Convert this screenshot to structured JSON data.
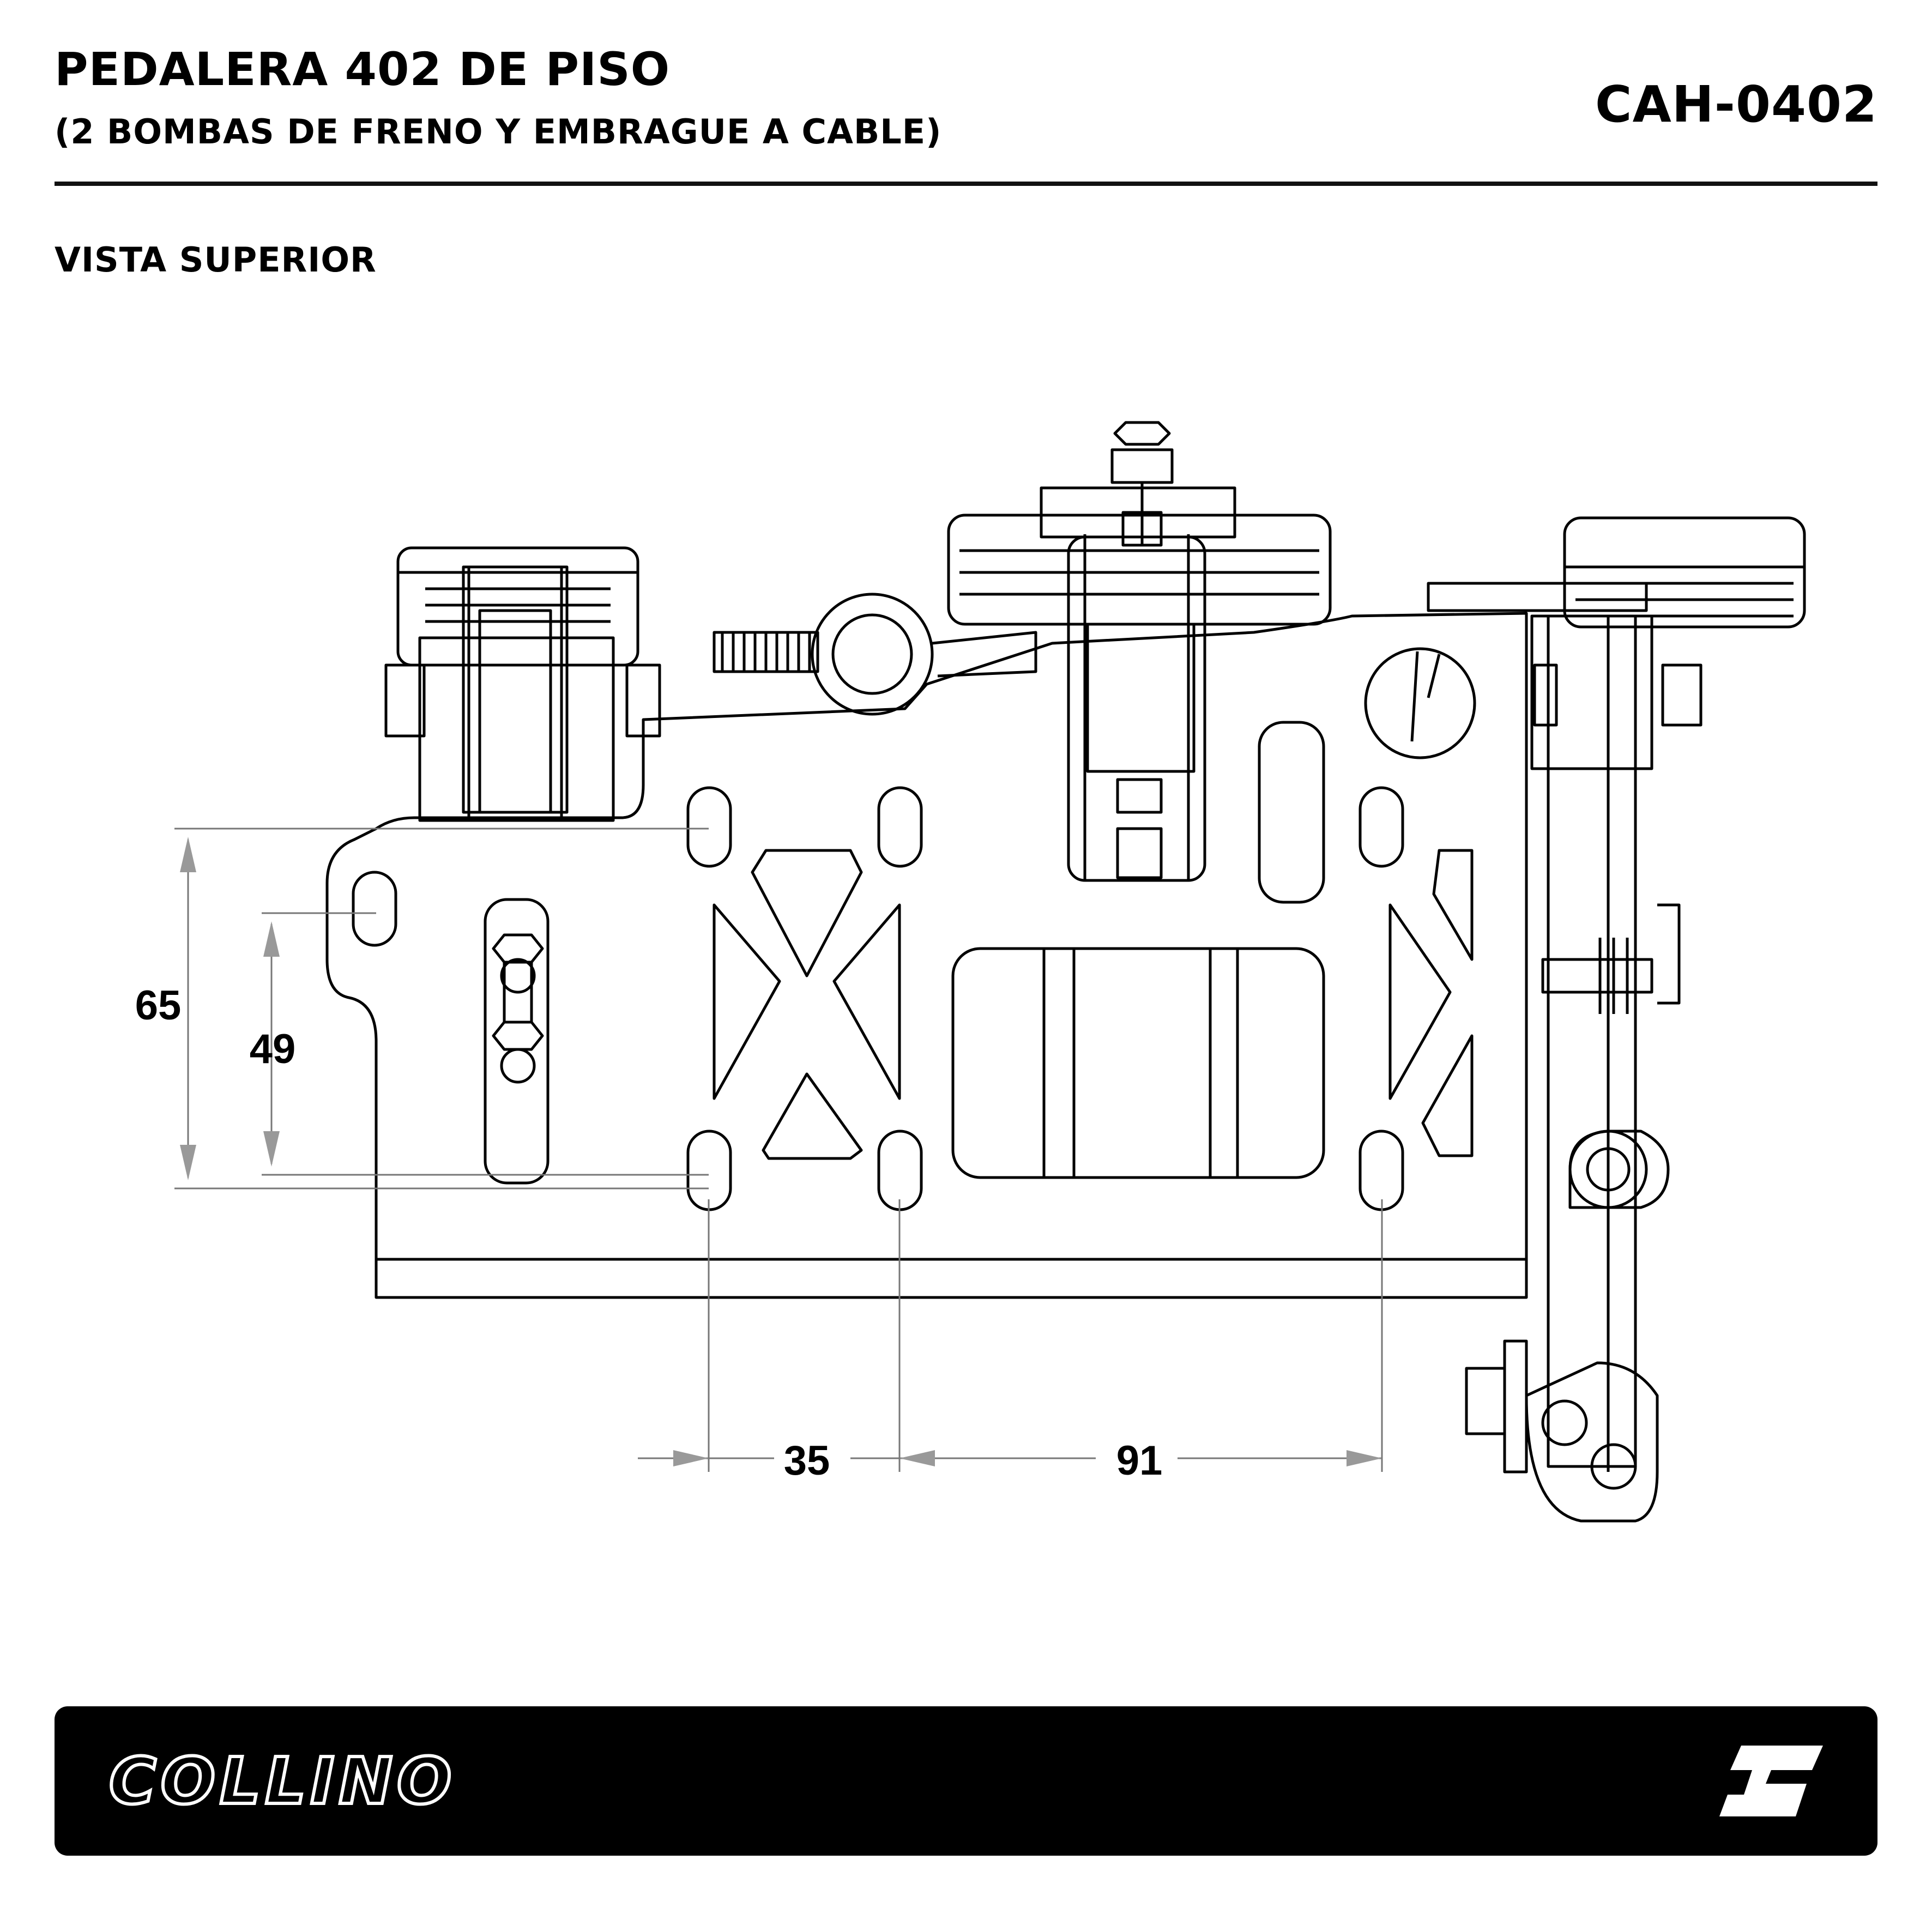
{
  "header": {
    "title": "PEDALERA 402 DE PISO",
    "subtitle": "(2 BOMBAS DE FRENO Y EMBRAGUE A CABLE)",
    "code": "CAH-0402"
  },
  "view_label": "VISTA SUPERIOR",
  "dimensions": {
    "d65": "65",
    "d49": "49",
    "d35": "35",
    "d91": "91"
  },
  "footer": {
    "brand": "COLLINO",
    "background": "#000000",
    "text_color": "#ffffff"
  }
}
